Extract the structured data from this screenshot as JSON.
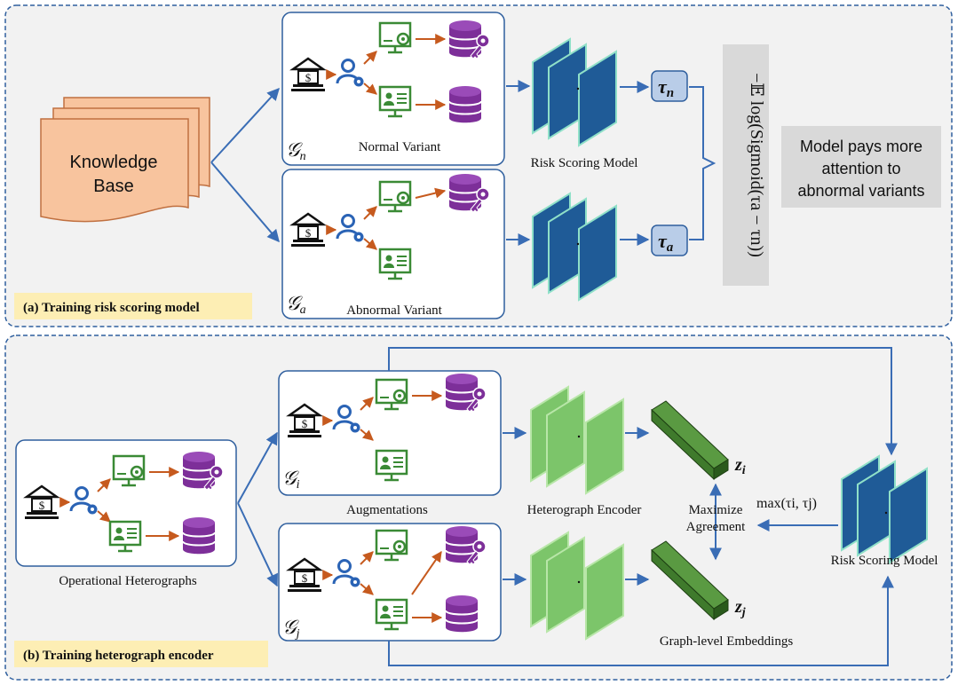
{
  "section_a": {
    "label": "(a) Training risk scoring model",
    "knowledge_base": [
      "Knowledge",
      "Base"
    ],
    "graph_normal": "𝒢n",
    "graph_normal_sym": "𝒢",
    "graph_normal_sub": "n",
    "normal_variant": "Normal Variant",
    "graph_abnormal_sym": "𝒢",
    "graph_abnormal_sub": "a",
    "abnormal_variant": "Abnormal Variant",
    "risk_scoring_model": "Risk Scoring Model",
    "tau_n_sym": "τ",
    "tau_n_sub": "n",
    "tau_a_sym": "τ",
    "tau_a_sub": "a",
    "loss": "−𝔼 log(Sigmoid(τa − τn))",
    "note": [
      "Model pays more",
      "attention to",
      "abnormal variants"
    ]
  },
  "section_b": {
    "label": "(b) Training heterograph encoder",
    "operational": "Operational Heterographs",
    "graph_i_sym": "𝒢",
    "graph_i_sub": "i",
    "augmentations": "Augmentations",
    "graph_j_sym": "𝒢",
    "graph_j_sub": "j",
    "encoder": "Heterograph  Encoder",
    "embeddings": "Graph-level Embeddings",
    "z_i_sym": "z",
    "z_i_sub": "i",
    "z_j_sym": "z",
    "z_j_sub": "j",
    "maximize": [
      "Maximize",
      "Agreement"
    ],
    "max_expr": "max(τi, τj)",
    "risk_scoring_model": "Risk Scoring Model"
  },
  "colors": {
    "panel_bg": "#f2f2f2",
    "panel_border": "#2f5f9e",
    "arrow_blue": "#3a6db5",
    "arrow_orange": "#c65a1e",
    "kb_fill": "#f8c49e",
    "kb_stroke": "#c07040",
    "tag_bg": "#fdeeb4",
    "note_bg": "#d9d9d9",
    "model_blue": "#1f5b97",
    "model_edge": "#8fe0c8",
    "encoder_green": "#7cc56a",
    "encoder_dark": "#3f7a2c",
    "icon_green": "#3a8a35",
    "icon_blue": "#2a63b5",
    "icon_purple": "#7d2f99",
    "tau_box": "#b9cde8"
  }
}
